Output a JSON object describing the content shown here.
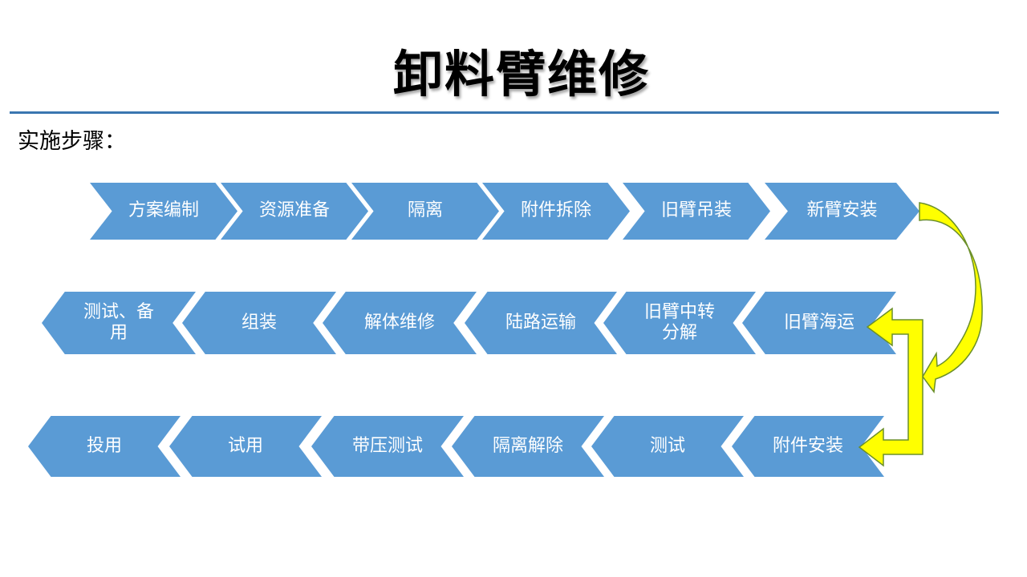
{
  "title": "卸料臂维修",
  "subtitle": "实施步骤：",
  "rows": [
    [
      "方案编制",
      "资源准备",
      "隔离",
      "附件拆除",
      "旧臂吊装",
      "新臂安装"
    ],
    [
      "旧臂海运",
      "旧臂中转分解",
      "陆路运输",
      "解体维修",
      "组装",
      "测试、备用"
    ],
    [
      "附件安装",
      "测试",
      "隔离解除",
      "带压测试",
      "试用",
      "投用"
    ]
  ],
  "colors": {
    "chevron_fill": "#5a9bd5",
    "rule": "#3a76b0",
    "connector_fill": "#ffff00",
    "connector_stroke": "#6b8f2a"
  }
}
